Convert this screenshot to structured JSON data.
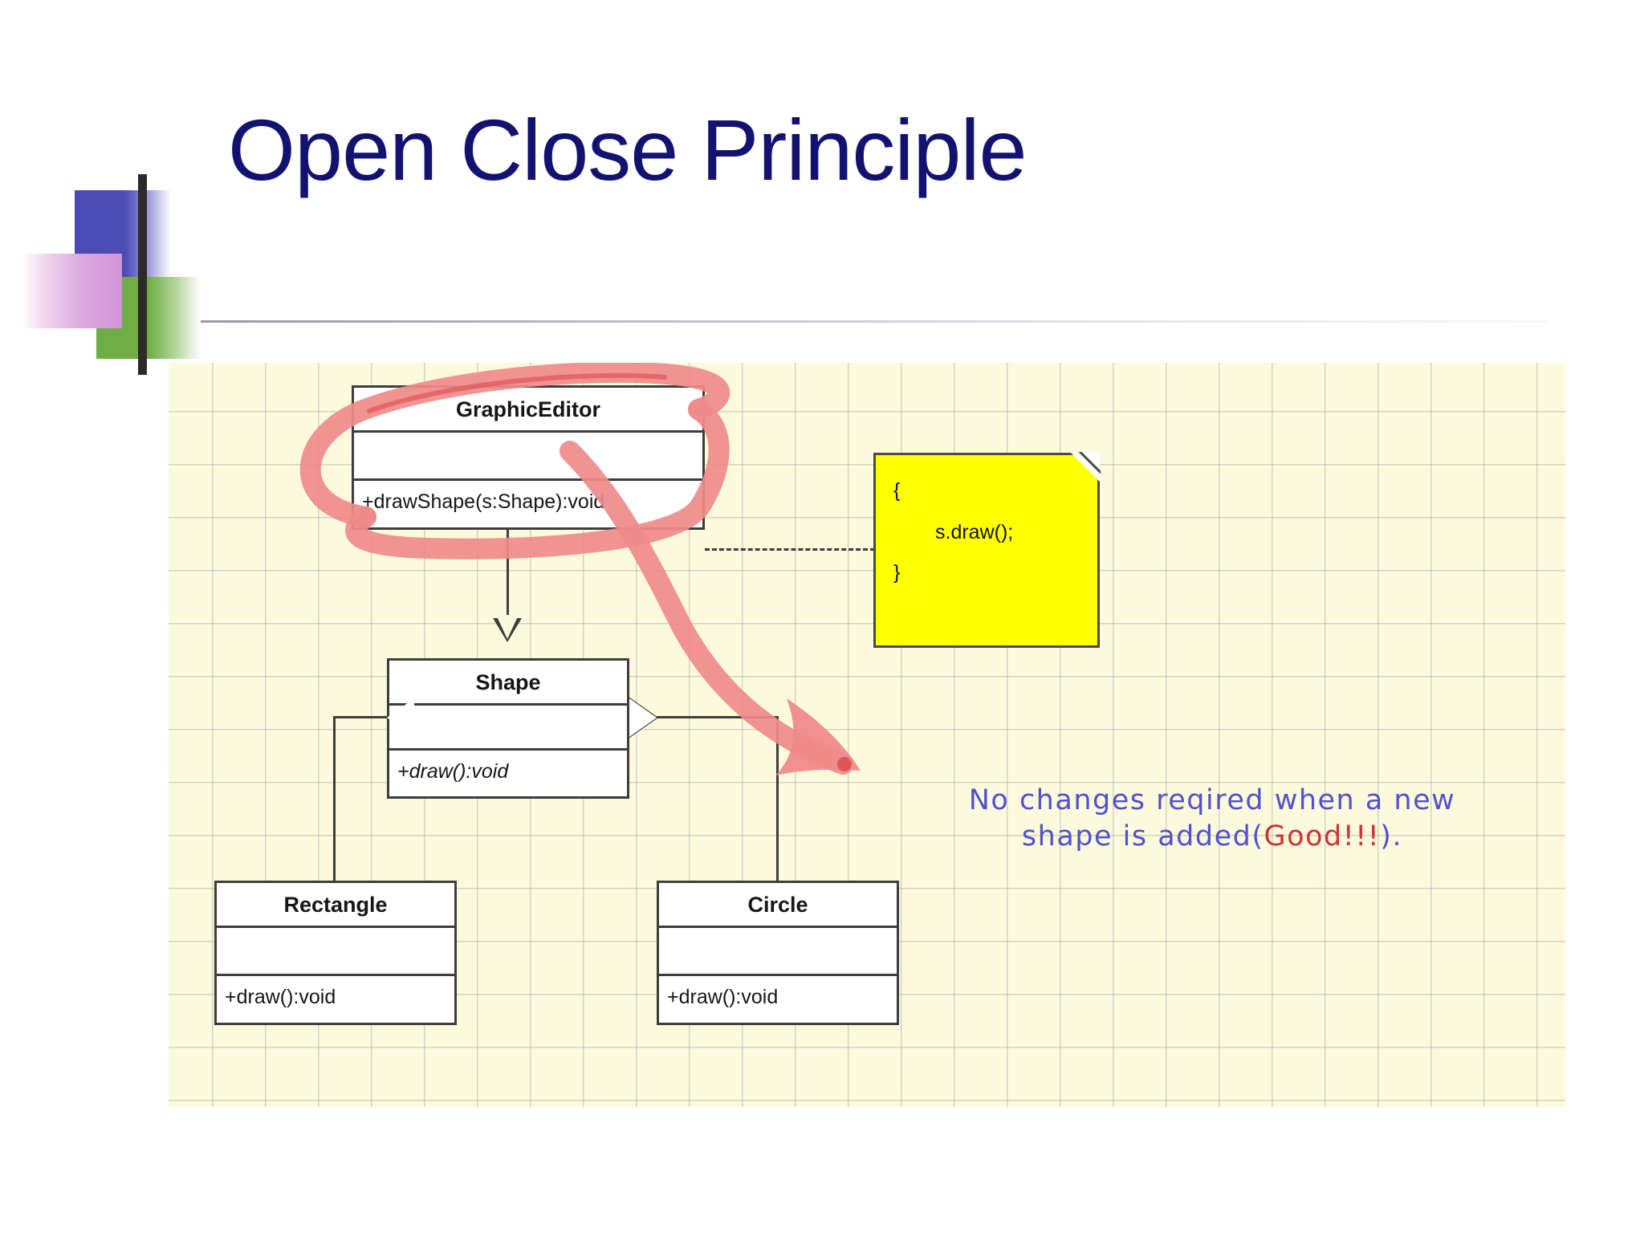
{
  "slide": {
    "title": "Open Close Principle",
    "title_color": "#121270",
    "background": "#ffffff"
  },
  "decoration": {
    "blue_square_color": "#4b4bb4",
    "green_square_color": "#6fae46",
    "purple_square_color": "#d194d8",
    "vertical_bar_color": "#2e2a2a",
    "rule_color": "#8f8f9e"
  },
  "diagram": {
    "background_color": "#fbfadd",
    "grid_line_color": "#969696",
    "classes": [
      {
        "id": "graphiceditor",
        "name": "GraphicEditor",
        "attributes": [],
        "operations": [
          "+drawShape(s:Shape):void"
        ],
        "abstract": false
      },
      {
        "id": "shape",
        "name": "Shape",
        "attributes": [],
        "operations": [
          "+draw():void"
        ],
        "abstract": true
      },
      {
        "id": "rectangle",
        "name": "Rectangle",
        "attributes": [],
        "operations": [
          "+draw():void"
        ],
        "abstract": false
      },
      {
        "id": "circle",
        "name": "Circle",
        "attributes": [],
        "operations": [
          "+draw():void"
        ],
        "abstract": false
      }
    ],
    "note": {
      "color": "#ffff00",
      "line_open": "{",
      "line_body": "s.draw();",
      "line_close": "}"
    },
    "relations": [
      {
        "from": "graphiceditor",
        "to": "shape",
        "type": "association"
      },
      {
        "from": "rectangle",
        "to": "shape",
        "type": "generalization"
      },
      {
        "from": "circle",
        "to": "shape",
        "type": "generalization"
      },
      {
        "from": "graphiceditor",
        "to": "note",
        "type": "note-link"
      }
    ]
  },
  "annotation": {
    "highlight_color": "#ef8a8a",
    "caption_line1": "No changes reqired when a new",
    "caption_line2_prefix": "shape is added(",
    "caption_emphasis": "Good!!!",
    "caption_line2_suffix": ").",
    "caption_color": "#5151cf",
    "emphasis_color": "#cf3333"
  }
}
